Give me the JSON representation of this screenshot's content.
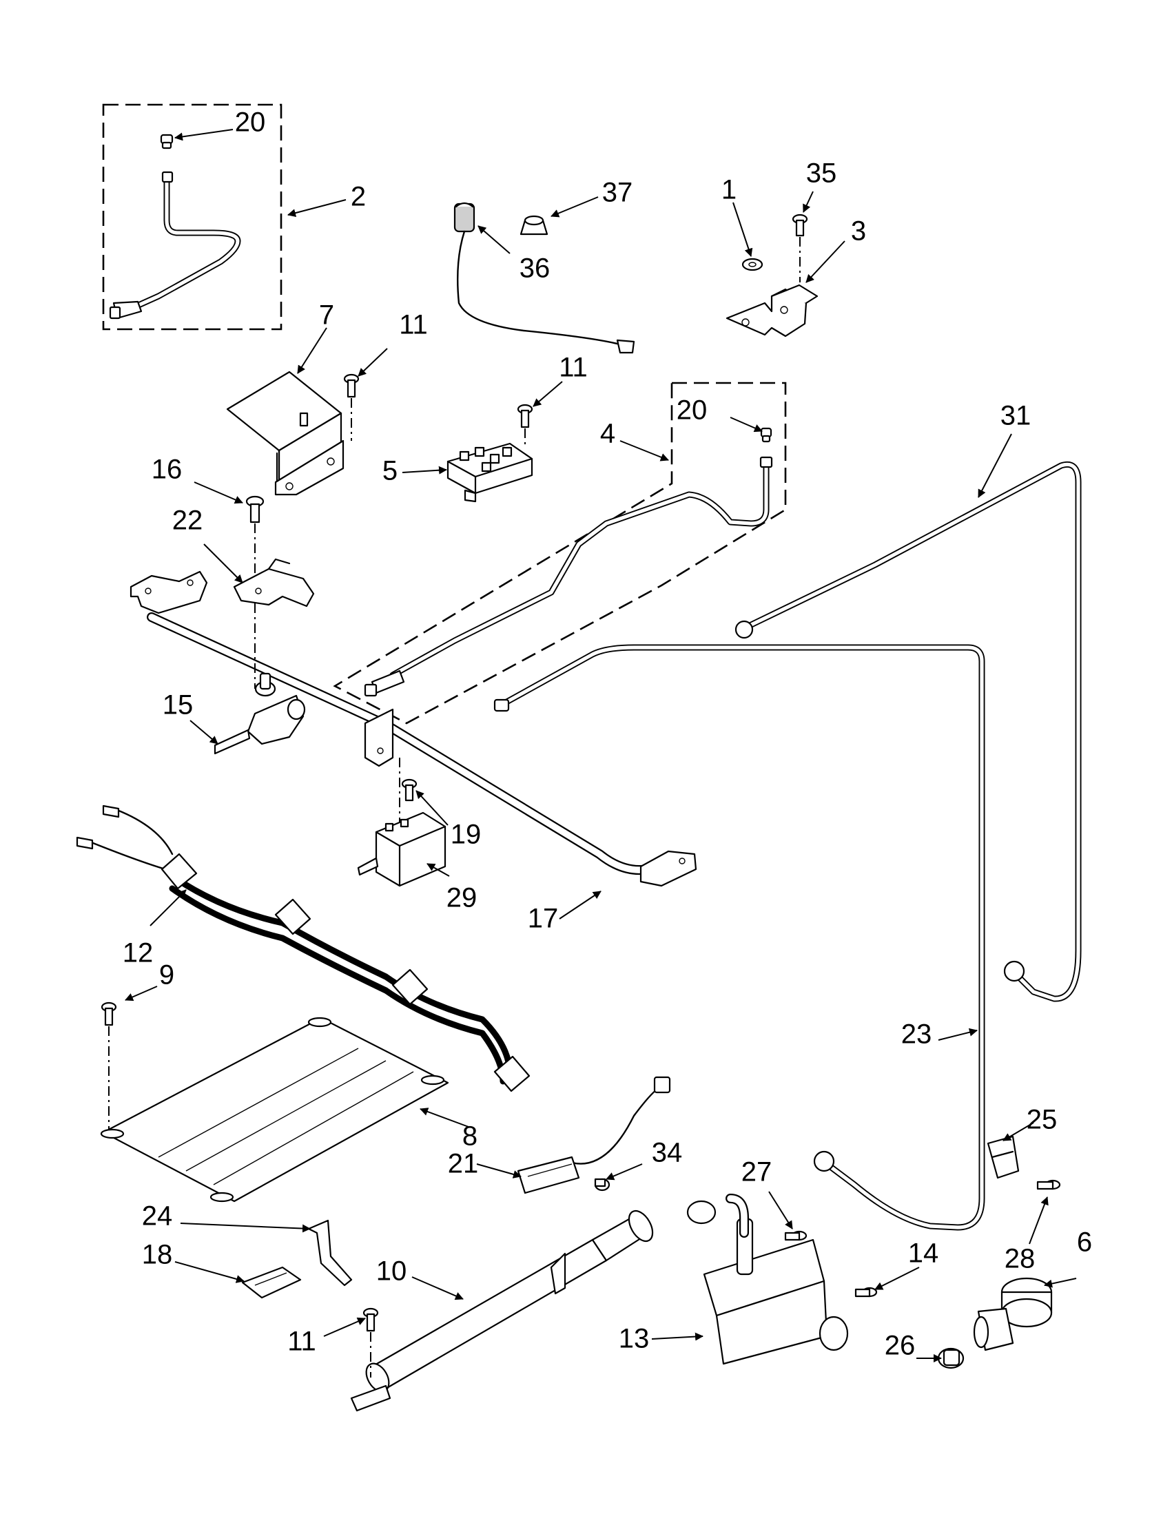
{
  "diagram": {
    "callouts": [
      {
        "id": "c20a",
        "label": "20"
      },
      {
        "id": "c2",
        "label": "2"
      },
      {
        "id": "c37",
        "label": "37"
      },
      {
        "id": "c36",
        "label": "36"
      },
      {
        "id": "c1",
        "label": "1"
      },
      {
        "id": "c35",
        "label": "35"
      },
      {
        "id": "c3",
        "label": "3"
      },
      {
        "id": "c7",
        "label": "7"
      },
      {
        "id": "c11a",
        "label": "11"
      },
      {
        "id": "c11b",
        "label": "11"
      },
      {
        "id": "c20b",
        "label": "20"
      },
      {
        "id": "c4",
        "label": "4"
      },
      {
        "id": "c5",
        "label": "5"
      },
      {
        "id": "c31",
        "label": "31"
      },
      {
        "id": "c16",
        "label": "16"
      },
      {
        "id": "c22",
        "label": "22"
      },
      {
        "id": "c15",
        "label": "15"
      },
      {
        "id": "c19",
        "label": "19"
      },
      {
        "id": "c29",
        "label": "29"
      },
      {
        "id": "c17",
        "label": "17"
      },
      {
        "id": "c12",
        "label": "12"
      },
      {
        "id": "c9",
        "label": "9"
      },
      {
        "id": "c23",
        "label": "23"
      },
      {
        "id": "c8",
        "label": "8"
      },
      {
        "id": "c21",
        "label": "21"
      },
      {
        "id": "c34",
        "label": "34"
      },
      {
        "id": "c25",
        "label": "25"
      },
      {
        "id": "c27",
        "label": "27"
      },
      {
        "id": "c24",
        "label": "24"
      },
      {
        "id": "c18",
        "label": "18"
      },
      {
        "id": "c10",
        "label": "10"
      },
      {
        "id": "c14",
        "label": "14"
      },
      {
        "id": "c28",
        "label": "28"
      },
      {
        "id": "c6",
        "label": "6"
      },
      {
        "id": "c13",
        "label": "13"
      },
      {
        "id": "c26",
        "label": "26"
      },
      {
        "id": "c11c",
        "label": "11"
      }
    ]
  }
}
